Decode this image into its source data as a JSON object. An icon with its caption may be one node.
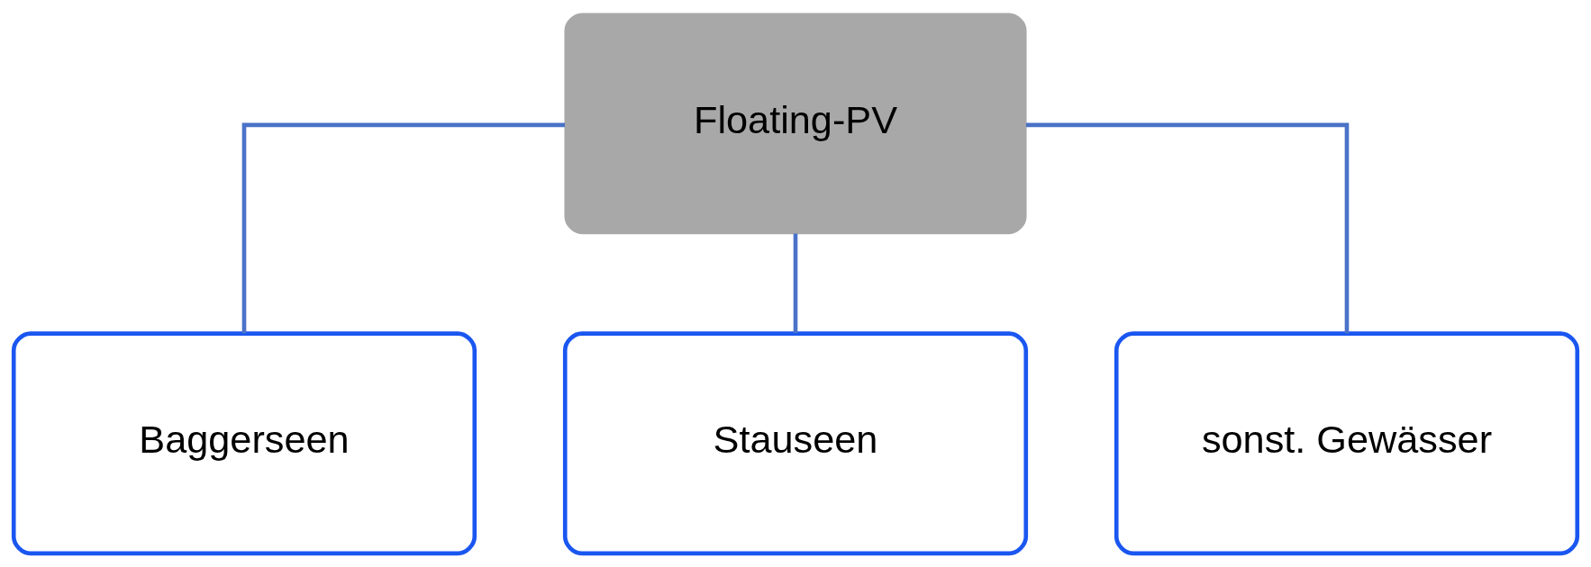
{
  "diagram": {
    "nodes": [
      {
        "text": [
          "Floating-PV"
        ]
      },
      {
        "text": [
          "Baggerseen"
        ]
      },
      {
        "text": [
          "Stauseen"
        ]
      },
      {
        "text": [
          "sonst. Gewässer"
        ]
      }
    ],
    "edges": [
      {
        "from": 0,
        "to": 1,
        "arrow": "none"
      },
      {
        "from": 0,
        "to": 2,
        "arrow": "none"
      },
      {
        "from": 0,
        "to": 3,
        "arrow": "none"
      }
    ]
  }
}
